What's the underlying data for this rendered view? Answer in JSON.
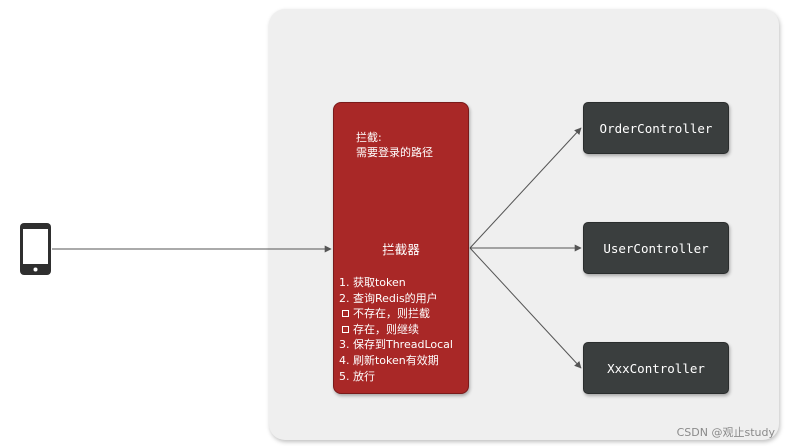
{
  "interceptor": {
    "note_line1": "拦截:",
    "note_line2": "需要登录的路径",
    "title": "拦截器",
    "steps": [
      "1.  获取token",
      "2. 查询Redis的用户",
      "不存在，则拦截",
      "存在，则继续",
      "3.  保存到ThreadLocal",
      "4. 刷新token有效期",
      "5. 放行"
    ]
  },
  "controllers": [
    "OrderController",
    "UserController",
    "XxxController"
  ],
  "watermark": "CSDN @观止study",
  "colors": {
    "interceptor": "#a92827",
    "controller": "#3a3e3e",
    "panel": "#efefef"
  },
  "icons": {
    "client": "smartphone-icon"
  }
}
